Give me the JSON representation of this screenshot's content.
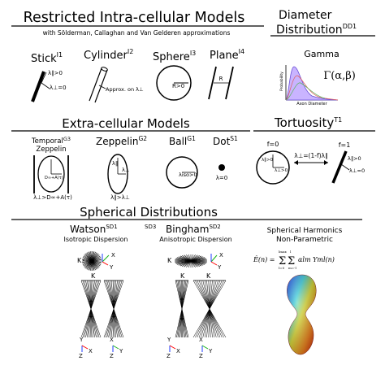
{
  "sections": {
    "restricted": {
      "title": "Restricted Intra-cellular Models",
      "subtitle": "with Sölderman, Callaghan and Van Gelderen approximations",
      "models": [
        {
          "name": "Stick",
          "sup": "I1",
          "labels": [
            "λ∥>0",
            "λ⊥=0"
          ]
        },
        {
          "name": "Cylinder",
          "sup": "I2",
          "labels": [
            "Approx. on λ⊥"
          ]
        },
        {
          "name": "Sphere",
          "sup": "I3",
          "labels": [
            "R>0"
          ]
        },
        {
          "name": "Plane",
          "sup": "I4",
          "labels": [
            "R"
          ]
        }
      ]
    },
    "diameter": {
      "title_line1": "Diameter",
      "title_line2": "Distribution",
      "sup": "DD1",
      "plot_title": "Gamma",
      "formula": "Γ(α,β)",
      "xlabel": "Axon Diameter",
      "ylabel": "Probability"
    },
    "extra": {
      "title": "Extra-cellular Models",
      "models": [
        {
          "name_line1": "Temporal",
          "name_line2": "Zeppelin",
          "sup": "G3",
          "labels": [
            "D∞+A(τ)",
            "λ⊥>D∞+A(τ)"
          ]
        },
        {
          "name": "Zeppelin",
          "sup": "G2",
          "labels": [
            "λ∥",
            "λ⊥",
            "λ∥>λ⊥"
          ]
        },
        {
          "name": "Ball",
          "sup": "G1",
          "labels": [
            "λiso>0"
          ]
        },
        {
          "name": "Dot",
          "sup": "S1",
          "labels": [
            "λ=0"
          ]
        }
      ]
    },
    "tortuosity": {
      "title": "Tortuosity",
      "sup": "T1",
      "left_label": "f=0",
      "right_label": "f=1",
      "relation": "λ⊥=(1-f)λ∥",
      "labels": [
        "λ∥>0",
        "λ⊥>0",
        "λ∥>0",
        "λ⊥=0"
      ]
    },
    "spherical": {
      "title": "Spherical Distributions",
      "watson": {
        "name": "Watson",
        "sup": "SD1",
        "subtitle": "Isotropic Dispersion"
      },
      "middle_sup": "SD3",
      "bingham": {
        "name": "Bingham",
        "sup": "SD2",
        "subtitle": "Anisotropic Dispersion"
      },
      "harmonics": {
        "title_line1": "Spherical Harmonics",
        "title_line2": "Non-Parametric"
      },
      "kappa": "K",
      "axes": {
        "x": "X",
        "y": "Y",
        "z": "Z"
      }
    }
  },
  "colors": {
    "line": "#000000",
    "axis_x": "#ff0000",
    "axis_y": "#1db31d",
    "axis_z": "#1f3cff",
    "gamma_fill": "#c9b4ff",
    "gamma_line": "#6a4fd6"
  }
}
